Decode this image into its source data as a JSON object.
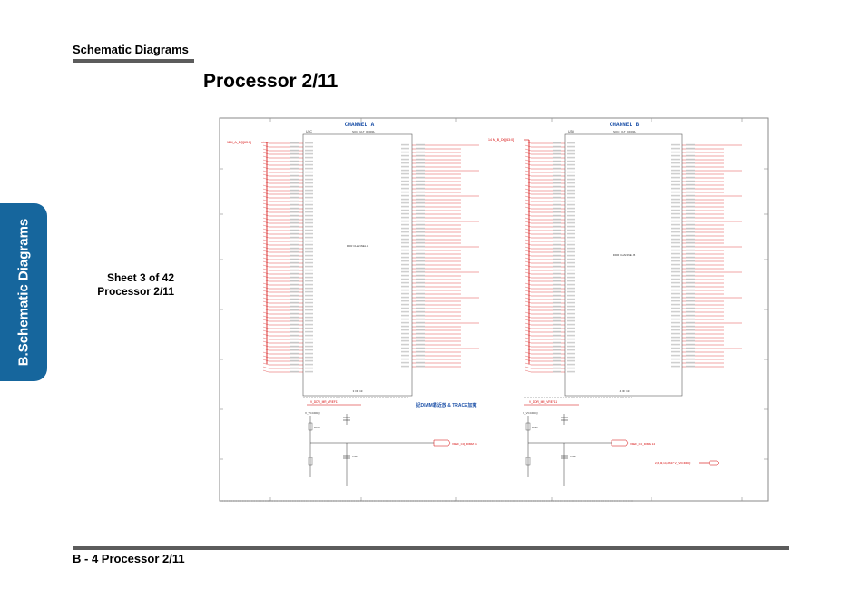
{
  "header": {
    "section_title": "Schematic  Diagrams"
  },
  "page": {
    "title": "Processor 2/11"
  },
  "side_tab": {
    "label": "B.Schematic Diagrams"
  },
  "sheet": {
    "line1": "Sheet 3 of 42",
    "line2": "Processor 2/11"
  },
  "footer": {
    "text": "B - 4   Processor 2/11"
  },
  "schematic": {
    "channel_a_title": "CHANNEL A",
    "channel_b_title": "CHANNEL B",
    "center_note": "記DIMM靠近放 & TRACE加寬",
    "chip_a_ref": "U3C",
    "chip_b_ref": "U3D",
    "chip_a_part": "SOC_ULT_DDR3L",
    "chip_b_part": "SOC_ULT_DDR3L",
    "chip_a_name": "DDR CHANNEL A",
    "chip_b_name": "DDR CHANNEL B",
    "chip_a_sheet": "3 OF 19",
    "chip_b_sheet": "4 OF 19",
    "net_a_dq": "11M_A_DQ[63:0]",
    "net_b_dq": "14 M_B_DQ[63:0]",
    "vref_a_net": "V_DDR_MR_VREF11",
    "vref_b_net": "V_DDR_MR_VREF11",
    "vccddq_a": "V_VCCDDQ",
    "vccddq_b": "V_VCCDDQ",
    "vref_out_a": "VREF_CQ_DIMM 11",
    "vref_out_b": "VREF_CQ_DIMM 14",
    "right_note": "2,6,13,14,26,27 V_VCCDDQ",
    "res_a": "R330",
    "res_b": "R331",
    "cap_a": "C394",
    "cap_b": "C395"
  },
  "colors": {
    "tab_blue": "#16669d",
    "rule_gray": "#5c5c5c",
    "net_red": "#d40000"
  }
}
